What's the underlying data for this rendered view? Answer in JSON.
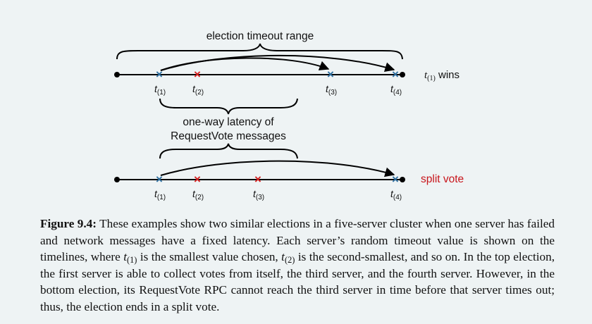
{
  "top": {
    "range_label": "election timeout range",
    "latency_label_line1": "one-way latency of",
    "latency_label_line2": "RequestVote messages",
    "result_label": "t(1) wins",
    "markers": [
      "t(1)",
      "t(2)",
      "t(3)",
      "t(4)"
    ]
  },
  "bottom": {
    "result_label": "split vote",
    "markers": [
      "t(1)",
      "t(2)",
      "t(3)",
      "t(4)"
    ]
  },
  "colors": {
    "blue_mark": "#2e6fa0",
    "red_mark": "#d62020",
    "split_vote_text": "#c8151b",
    "line": "#000000"
  },
  "caption": {
    "label": "Figure 9.4:",
    "t1": "t",
    "t1_sub": "(1)",
    "t2": "t",
    "t2_sub": "(2)",
    "part1": " These examples show two similar elections in a five-server cluster when one server has failed and network messages have a fixed latency. Each server’s random timeout value is shown on the timelines, where ",
    "part2": " is the smallest value chosen, ",
    "part3": " is the second-smallest, and so on. In the top election, the first server is able to collect votes from itself, the third server, and the fourth server. However, in the bottom election, its RequestVote RPC cannot reach the third server in time before that server times out; thus, the election ends in a split vote."
  }
}
